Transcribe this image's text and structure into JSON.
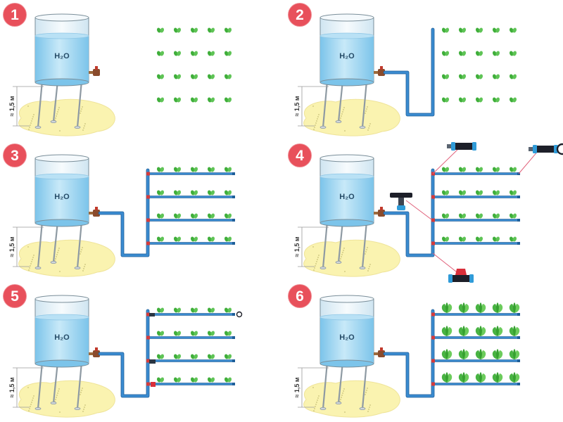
{
  "water_label": "H₂O",
  "height_label": "≈ 1,5 м",
  "steps": [
    {
      "number": "1",
      "piping": "none",
      "drip_lines": false,
      "fittings": false,
      "plant_size": "sprout"
    },
    {
      "number": "2",
      "piping": "main",
      "drip_lines": false,
      "fittings": false,
      "plant_size": "sprout"
    },
    {
      "number": "3",
      "piping": "main",
      "drip_lines": true,
      "fittings": false,
      "plant_size": "sprout"
    },
    {
      "number": "4",
      "piping": "main",
      "drip_lines": true,
      "fittings": "callouts",
      "plant_size": "sprout"
    },
    {
      "number": "5",
      "piping": "main",
      "drip_lines": true,
      "fittings": "installed",
      "plant_size": "sprout"
    },
    {
      "number": "6",
      "piping": "main",
      "drip_lines": true,
      "fittings": false,
      "plant_size": "grown"
    }
  ],
  "colors": {
    "badge": "#e8505b",
    "pipe": "#3a8bd0",
    "pipe_outline": "#1f5f99",
    "water": "#9fd3f0",
    "tank_glass": "#e2f1fa",
    "ground": "#faf3b0",
    "plant": "#3fae3a",
    "valve": "#8a4b2c",
    "marker": "#d63a3a",
    "callout_line": "#e0607a",
    "fitting_body": "#1d1f29",
    "fitting_ring": "#2f9bd8"
  }
}
